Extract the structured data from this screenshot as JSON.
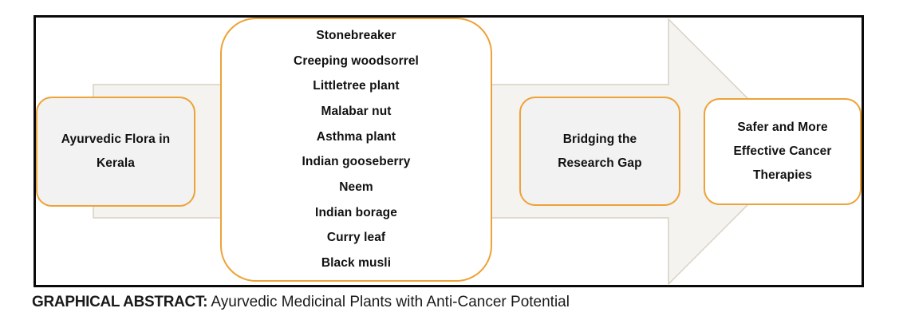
{
  "colors": {
    "accent_border": "#EEA237",
    "frame_border": "#0A0A0A",
    "box_fill_gray": "#F2F2F2",
    "box_fill_white": "#FFFFFF",
    "arrow_fill": "#F4F3F0",
    "arrow_border": "#D8D2C0",
    "text": "#111111"
  },
  "diagram": {
    "source_box": {
      "label": "Ayurvedic Flora in Kerala"
    },
    "plants_box": {
      "items": [
        "Stonebreaker",
        "Creeping woodsorrel",
        "Littletree plant",
        "Malabar nut",
        "Asthma plant",
        "Indian gooseberry",
        "Neem",
        "Indian borage",
        "Curry leaf",
        "Black musli"
      ]
    },
    "gap_box": {
      "label": "Bridging the Research Gap"
    },
    "outcome_box": {
      "label": "Safer and More Effective Cancer Therapies"
    }
  },
  "caption": {
    "heading": "GRAPHICAL ABSTRACT:",
    "text": "Ayurvedic Medicinal Plants with Anti-Cancer Potential"
  }
}
